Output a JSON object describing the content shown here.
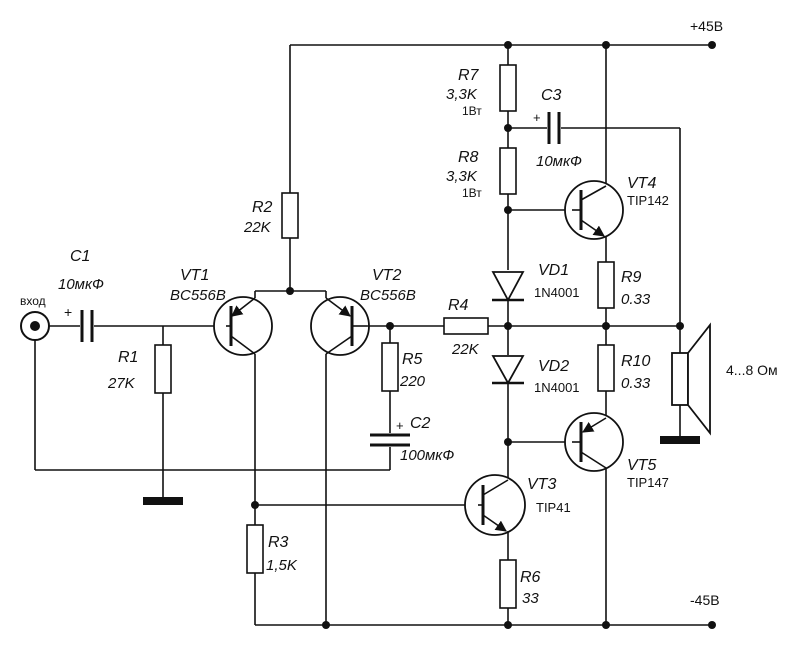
{
  "rails": {
    "pos": "+45В",
    "neg": "-45В"
  },
  "input": {
    "label": "вход"
  },
  "speaker": {
    "label": "4...8 Ом"
  },
  "components": {
    "C1": {
      "name": "C1",
      "value": "10мкФ",
      "polarity": "+"
    },
    "R1": {
      "name": "R1",
      "value": "27K"
    },
    "R2": {
      "name": "R2",
      "value": "22K"
    },
    "R3": {
      "name": "R3",
      "value": "1,5K"
    },
    "R4": {
      "name": "R4",
      "value": "22K"
    },
    "R5": {
      "name": "R5",
      "value": "220"
    },
    "C2": {
      "name": "C2",
      "value": "100мкФ",
      "polarity": "+"
    },
    "R6": {
      "name": "R6",
      "value": "33"
    },
    "R7": {
      "name": "R7",
      "value": "3,3K",
      "power": "1Вт"
    },
    "R8": {
      "name": "R8",
      "value": "3,3K",
      "power": "1Вт"
    },
    "C3": {
      "name": "C3",
      "value": "10мкФ",
      "polarity": "+"
    },
    "R9": {
      "name": "R9",
      "value": "0.33"
    },
    "R10": {
      "name": "R10",
      "value": "0.33"
    },
    "VD1": {
      "name": "VD1",
      "part": "1N4001"
    },
    "VD2": {
      "name": "VD2",
      "part": "1N4001"
    },
    "VT1": {
      "name": "VT1",
      "part": "BC556B"
    },
    "VT2": {
      "name": "VT2",
      "part": "BC556B"
    },
    "VT3": {
      "name": "VT3",
      "part": "TIP41"
    },
    "VT4": {
      "name": "VT4",
      "part": "TIP142"
    },
    "VT5": {
      "name": "VT5",
      "part": "TIP147"
    }
  }
}
